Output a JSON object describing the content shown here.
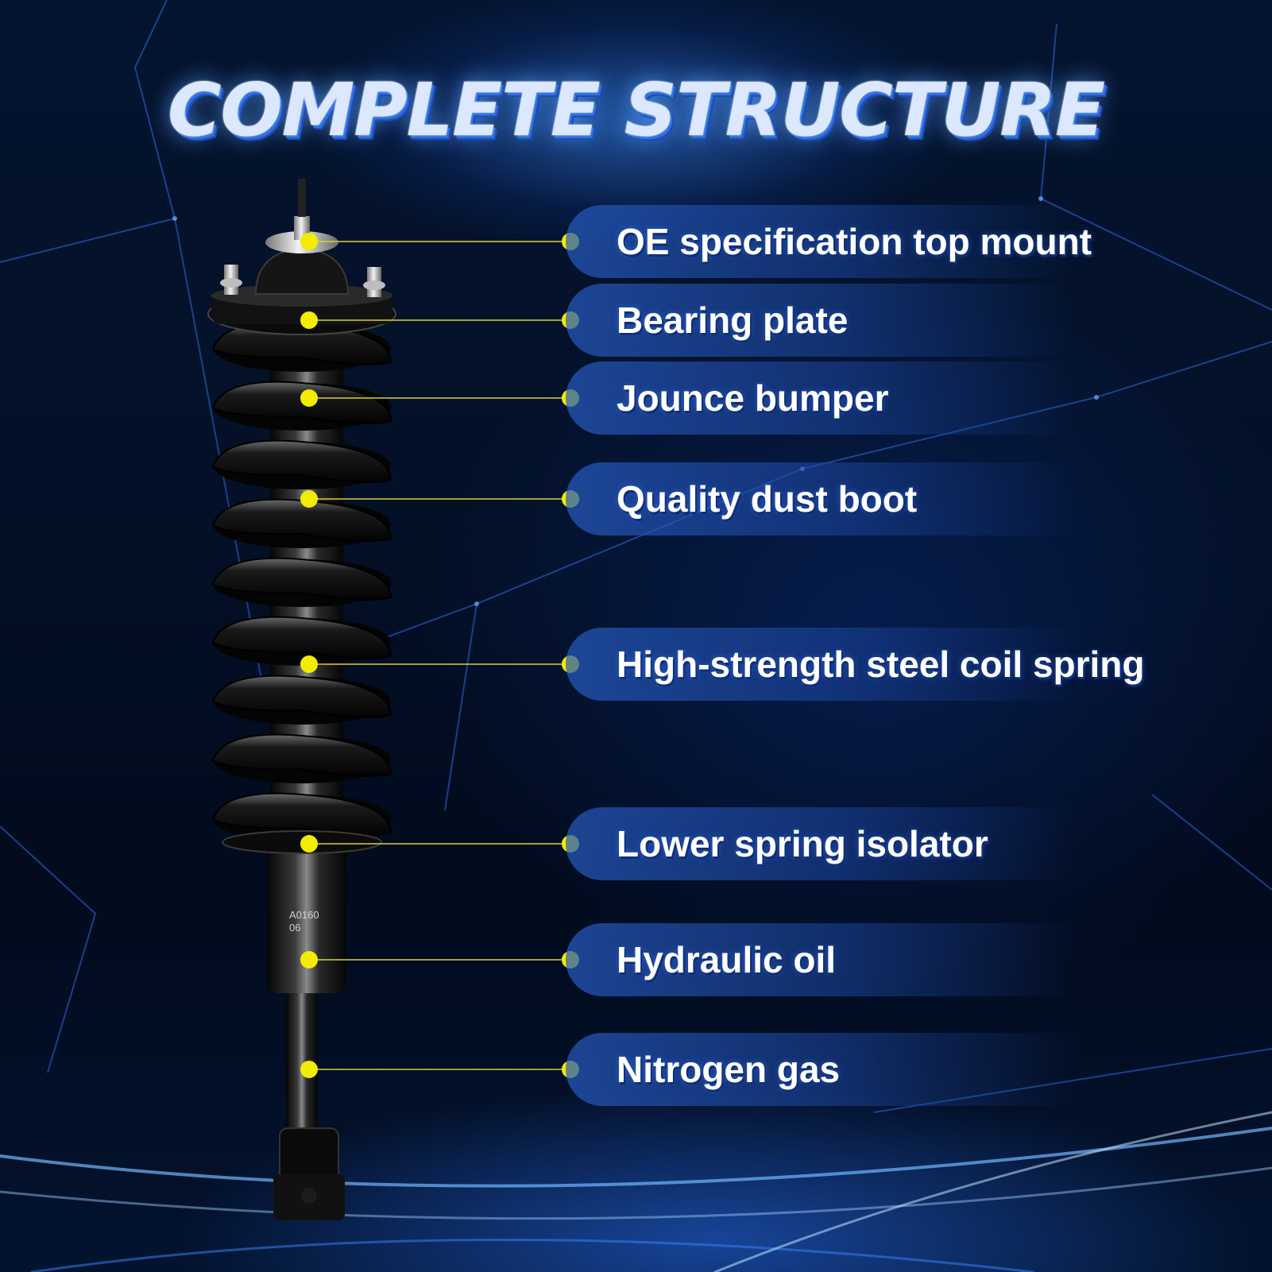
{
  "title": "COMPLETE STRUCTURE",
  "colors": {
    "accent_dot": "#f2ec00",
    "leader_line": "#d8d23a",
    "label_text": "#ffffff",
    "pill": "#2a5fc0",
    "title_blue": "#2f6fe0"
  },
  "tube_marking": [
    "A0160",
    "06"
  ],
  "callouts": [
    {
      "label": "OE specification top mount"
    },
    {
      "label": "Bearing plate"
    },
    {
      "label": "Jounce bumper"
    },
    {
      "label": "Quality dust boot"
    },
    {
      "label": "High-strength steel coil spring"
    },
    {
      "label": "Lower spring isolator"
    },
    {
      "label": "Hydraulic oil"
    },
    {
      "label": "Nitrogen gas"
    }
  ]
}
